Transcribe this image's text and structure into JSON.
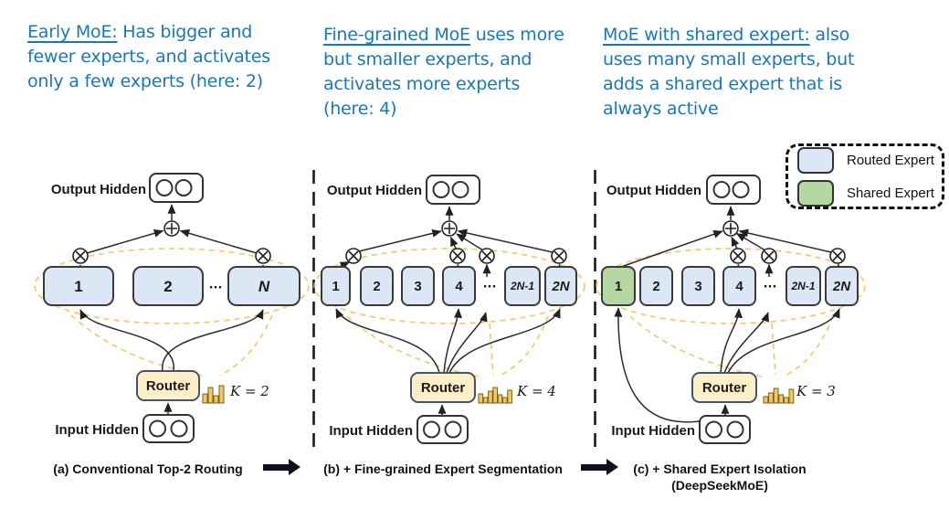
{
  "annotations": {
    "a": {
      "lead": "Early MoE:",
      "rest": " Has bigger and fewer experts, and activates only a few experts (here: 2)"
    },
    "b": {
      "lead": "Fine-grained MoE",
      "rest": " uses more but smaller experts, and activates more experts (here: 4)"
    },
    "c": {
      "lead": "MoE with shared expert:",
      "rest": " also uses many small experts, but adds a shared expert that is always active"
    }
  },
  "legend": {
    "items": [
      {
        "label": "Routed Expert",
        "color": "#dbe7f4"
      },
      {
        "label": "Shared Expert",
        "color": "#b5d8a2"
      }
    ]
  },
  "panels": {
    "a": {
      "output_label": "Output Hidden",
      "input_label": "Input Hidden",
      "router_label": "Router",
      "k_label": "K = 2",
      "experts": [
        "1",
        "2",
        "N"
      ],
      "dots": "···",
      "caption": "(a) Conventional Top-2 Routing"
    },
    "b": {
      "output_label": "Output Hidden",
      "input_label": "Input Hidden",
      "router_label": "Router",
      "k_label": "K = 4",
      "experts": [
        "1",
        "2",
        "3",
        "4",
        "2N-1",
        "2N"
      ],
      "dots": "···",
      "caption": "(b) + Fine-grained Expert Segmentation"
    },
    "c": {
      "output_label": "Output Hidden",
      "input_label": "Input Hidden",
      "router_label": "Router",
      "k_label": "K = 3",
      "experts": [
        "1",
        "2",
        "3",
        "4",
        "2N-1",
        "2N"
      ],
      "dots": "···",
      "caption_line1": "(c) + Shared Expert Isolation",
      "caption_line2": "(DeepSeekMoE)"
    }
  },
  "colors": {
    "annotation-blue": "#1878b8",
    "routed-expert": "#dbe7f4",
    "shared-expert": "#b5d8a2",
    "router-fill": "#fdf0c9",
    "highlight-yellow": "#f2c14e"
  }
}
